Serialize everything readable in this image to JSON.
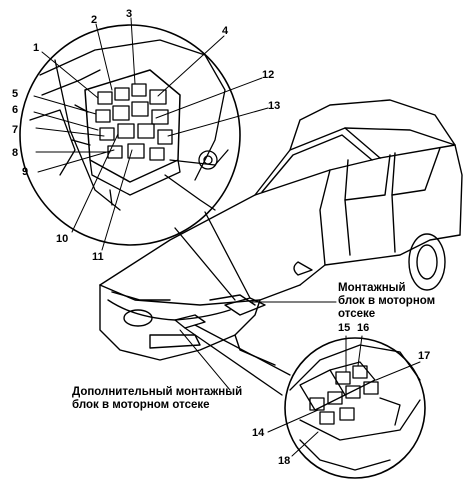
{
  "callouts": {
    "n1": "1",
    "n2": "2",
    "n3": "3",
    "n4": "4",
    "n5": "5",
    "n6": "6",
    "n7": "7",
    "n8": "8",
    "n9": "9",
    "n10": "10",
    "n11": "11",
    "n12": "12",
    "n13": "13",
    "n14": "14",
    "n15": "15",
    "n16": "16",
    "n17": "17",
    "n18": "18"
  },
  "labels": {
    "main_block": {
      "line1": "Монтажный",
      "line2": "блок в моторном",
      "line3": "отсеке"
    },
    "aux_block": {
      "line1": "Дополнительный монтажный",
      "line2": "блок в моторном отсеке"
    }
  }
}
